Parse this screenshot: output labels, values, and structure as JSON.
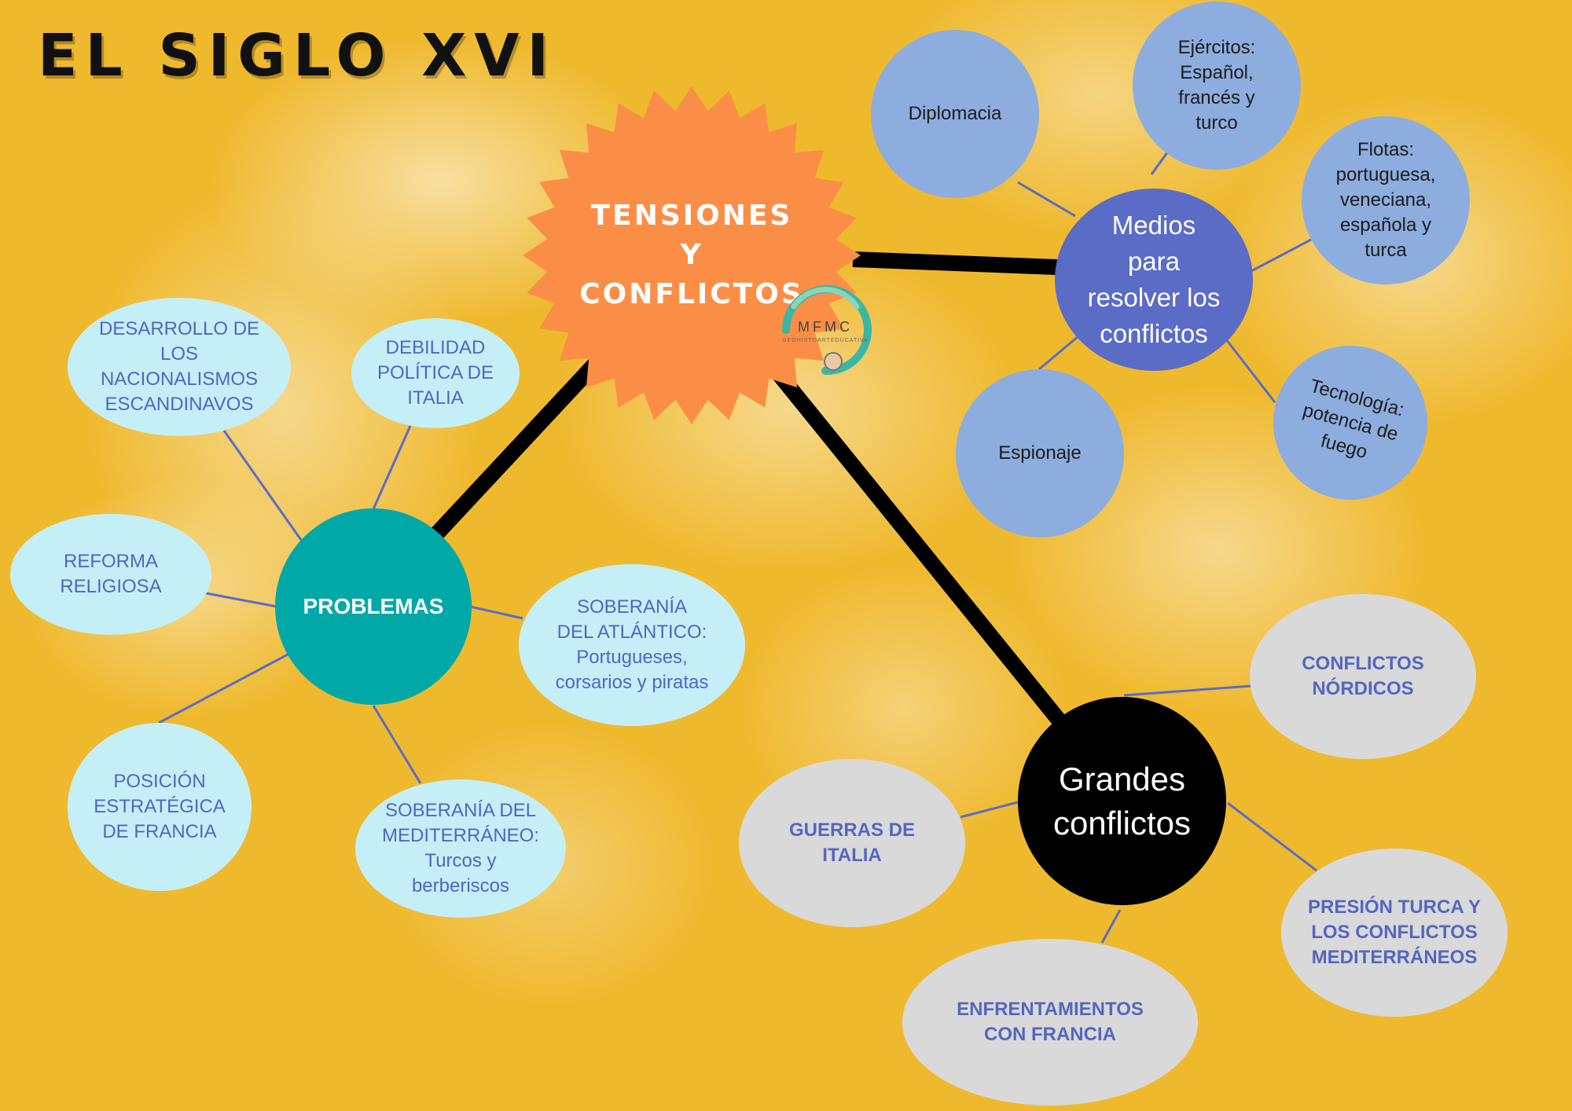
{
  "title": "EL SIGLO XVI",
  "center": {
    "label": "TENSIONES\nY\nCONFLICTOS"
  },
  "logo": {
    "text": "MFMC",
    "subtext": "GEOHISTOARTEDUCATIVA"
  },
  "problemas": {
    "label": "PROBLEMAS",
    "items": [
      "DESARROLLO DE\nLOS\nNACIONALISMOS\nESCANDINAVOS",
      "DEBILIDAD\nPOLÍTICA DE\nITALIA",
      "REFORMA\nRELIGIOSA",
      "SOBERANÍA\nDEL ATLÁNTICO:\nPortugueses,\ncorsarios y piratas",
      "POSICIÓN\nESTRATÉGICA\nDE FRANCIA",
      "SOBERANÍA DEL\nMEDITERRÁNEO:\nTurcos y\nberberiscos"
    ]
  },
  "medios": {
    "label": "Medios\npara\nresolver los\nconflictos",
    "items": [
      "Diplomacia",
      "Ejércitos:\nEspañol,\nfrancés y\nturco",
      "Flotas:\nportuguesa,\nveneciana,\nespañola y\nturca",
      "Espionaje",
      "Tecnología:\npotencia de\nfuego"
    ]
  },
  "grandes": {
    "label": "Grandes\nconflictos",
    "items": [
      "CONFLICTOS\nNÓRDICOS",
      "GUERRAS DE\nITALIA",
      "PRESIÓN TURCA Y\nLOS CONFLICTOS\nMEDITERRÁNEOS",
      "ENFRENTAMIENTOS\nCON FRANCIA"
    ]
  },
  "colors": {
    "background": "#efb92e",
    "center": "#fb8e46",
    "problemas": "#00a8a8",
    "medios": "#5a6cc6",
    "grandes": "#000000",
    "light_cyan": "#c4eff7",
    "light_blue": "#8cadde",
    "grey": "#d9d9d9",
    "connector": "#5a6cc6"
  }
}
